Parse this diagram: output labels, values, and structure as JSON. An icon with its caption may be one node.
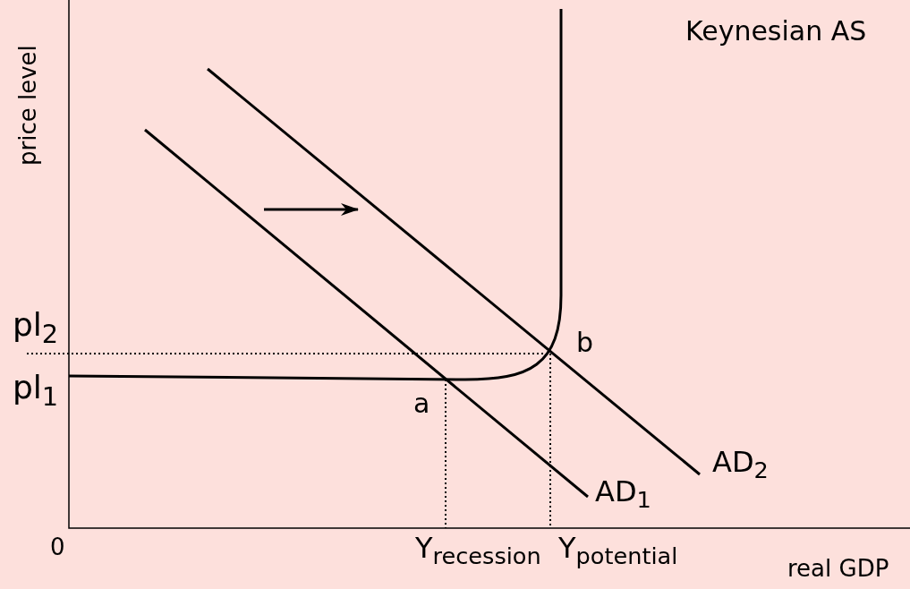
{
  "diagram": {
    "title": "Keynesian AS",
    "labels": [
      "price level",
      "pl$_{2}$",
      "b",
      "pl$_{1}$",
      "a",
      "AD$_{2}$",
      "AD$_{1}$",
      "0",
      "Y$_{recession}$",
      "Y$_{potential}$",
      "real GDP"
    ]
  }
}
